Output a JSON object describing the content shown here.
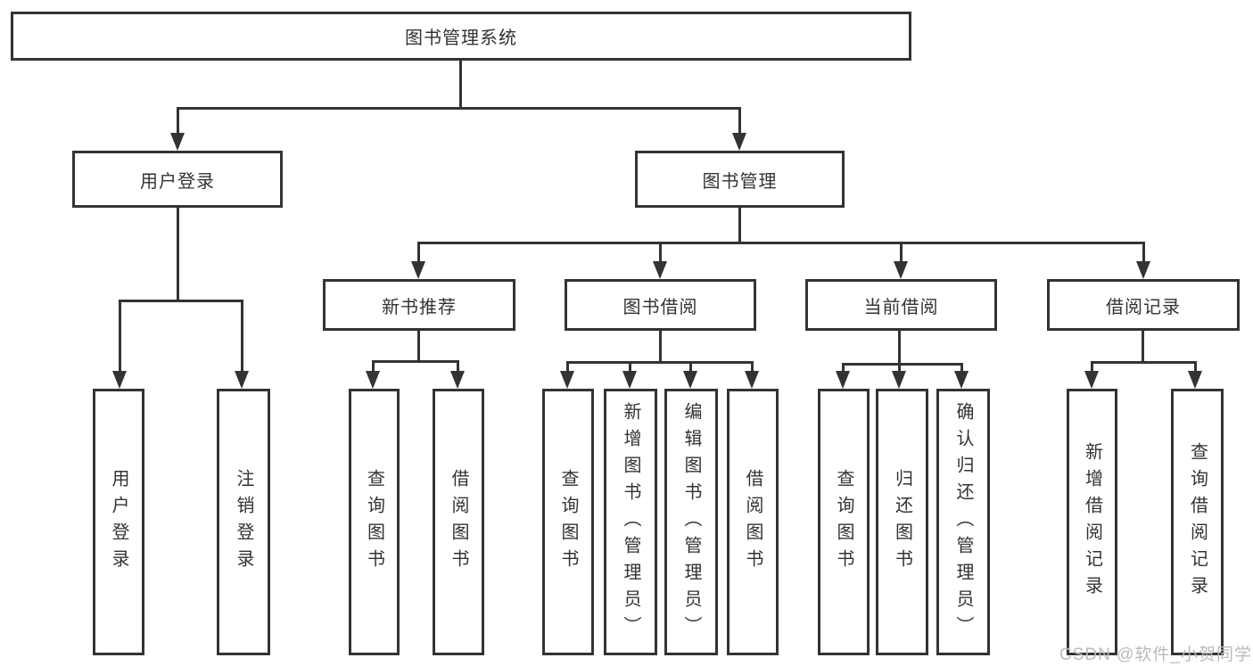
{
  "tree": {
    "label": "图书管理系统",
    "children": [
      {
        "label": "用户登录",
        "children": [
          {
            "label": "用户登录"
          },
          {
            "label": "注销登录"
          }
        ]
      },
      {
        "label": "图书管理",
        "children": [
          {
            "label": "新书推荐",
            "children": [
              {
                "label": "查询图书"
              },
              {
                "label": "借阅图书"
              }
            ]
          },
          {
            "label": "图书借阅",
            "children": [
              {
                "label": "查询图书"
              },
              {
                "label": "新增图书（管理员）"
              },
              {
                "label": "编辑图书（管理员）"
              },
              {
                "label": "借阅图书"
              }
            ]
          },
          {
            "label": "当前借阅",
            "children": [
              {
                "label": "查询图书"
              },
              {
                "label": "归还图书"
              },
              {
                "label": "确认归还（管理员）"
              }
            ]
          },
          {
            "label": "借阅记录",
            "children": [
              {
                "label": "新增借阅记录"
              },
              {
                "label": "查询借阅记录"
              }
            ]
          }
        ]
      }
    ]
  },
  "watermark": {
    "text": "CSDN @软件_小贺同学"
  },
  "colors": {
    "line": "#333333",
    "border": "#333333",
    "text": "#333333",
    "watermark": "#bbbbbb",
    "background": "#ffffff"
  }
}
